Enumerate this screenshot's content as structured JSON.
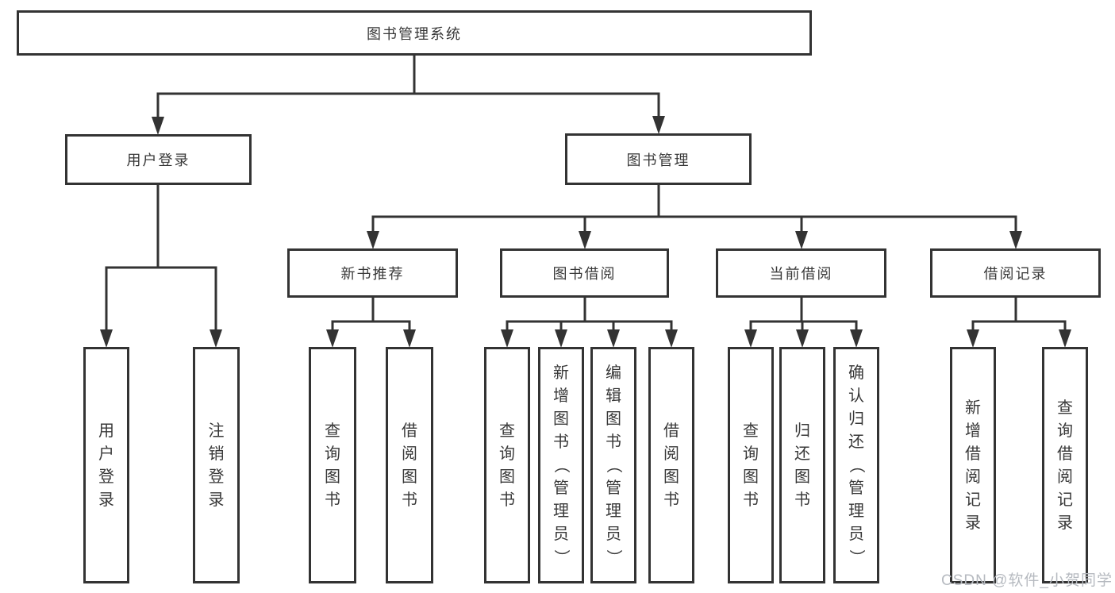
{
  "tree": {
    "label": "图书管理系统",
    "children": [
      {
        "label": "用户登录",
        "children": [
          {
            "label": "用户登录"
          },
          {
            "label": "注销登录"
          }
        ]
      },
      {
        "label": "图书管理",
        "children": [
          {
            "label": "新书推荐",
            "children": [
              {
                "label": "查询图书"
              },
              {
                "label": "借阅图书"
              }
            ]
          },
          {
            "label": "图书借阅",
            "children": [
              {
                "label": "查询图书"
              },
              {
                "label": "新增图书（管理员）"
              },
              {
                "label": "编辑图书（管理员）"
              },
              {
                "label": "借阅图书"
              }
            ]
          },
          {
            "label": "当前借阅",
            "children": [
              {
                "label": "查询图书"
              },
              {
                "label": "归还图书"
              },
              {
                "label": "确认归还（管理员）"
              }
            ]
          },
          {
            "label": "借阅记录",
            "children": [
              {
                "label": "新增借阅记录"
              },
              {
                "label": "查询借阅记录"
              }
            ]
          }
        ]
      }
    ]
  },
  "watermark": "CSDN @软件_小贺同学",
  "colors": {
    "line": "#333333",
    "box_border": "#333333",
    "text": "#383838",
    "background": "#ffffff",
    "watermark": "#b6bac0"
  }
}
